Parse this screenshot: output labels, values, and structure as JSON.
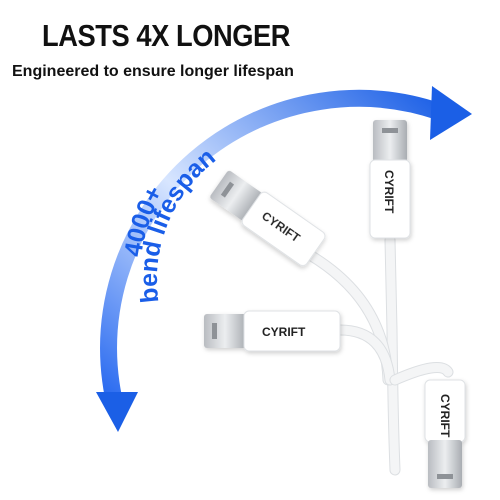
{
  "headline": "LASTS 4X LONGER",
  "subheadline": "Engineered to ensure longer lifespan",
  "bend_text_line1": "4000+",
  "bend_text_line2": "bend lifespan",
  "brand": "CYRIFT",
  "colors": {
    "arrow_blue": "#1b5fe6",
    "arrow_light": "#8fb6ff",
    "text_blue": "#1a5ee8",
    "cable_white": "#ffffff",
    "connector_silver": "#c9ccd0"
  }
}
